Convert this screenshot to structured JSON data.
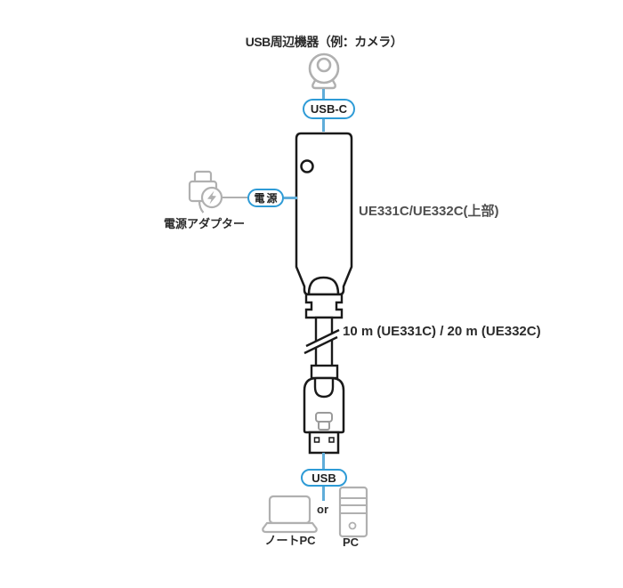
{
  "diagram_title": "UE331C/UE332C connection diagram",
  "colors": {
    "outline_black": "#1a1a1a",
    "icon_gray": "#b0b0b0",
    "line_blue": "#5fadd9",
    "pill_border_blue": "#2e9bd6",
    "text_dark": "#2b2b2b",
    "text_gray": "#4f4f4f"
  },
  "top": {
    "peripheral_label": "USB周辺機器（例：カメラ）",
    "camera_icon": "webcam-icon",
    "usbc_pill_label": "USB-C"
  },
  "device": {
    "model_label": "UE331C/UE332C(上部)",
    "power_pill_label": "電源",
    "power_adapter_label": "電源アダプター",
    "power_adapter_icon": "power-adapter-icon",
    "cable_length_label": "10 m (UE331C) / 20 m (UE332C)"
  },
  "bottom": {
    "usb_pill_label": "USB",
    "or_label": "or",
    "laptop_icon": "laptop-icon",
    "laptop_label": "ノートPC",
    "desktop_icon": "desktop-pc-icon",
    "desktop_label": "PC"
  }
}
